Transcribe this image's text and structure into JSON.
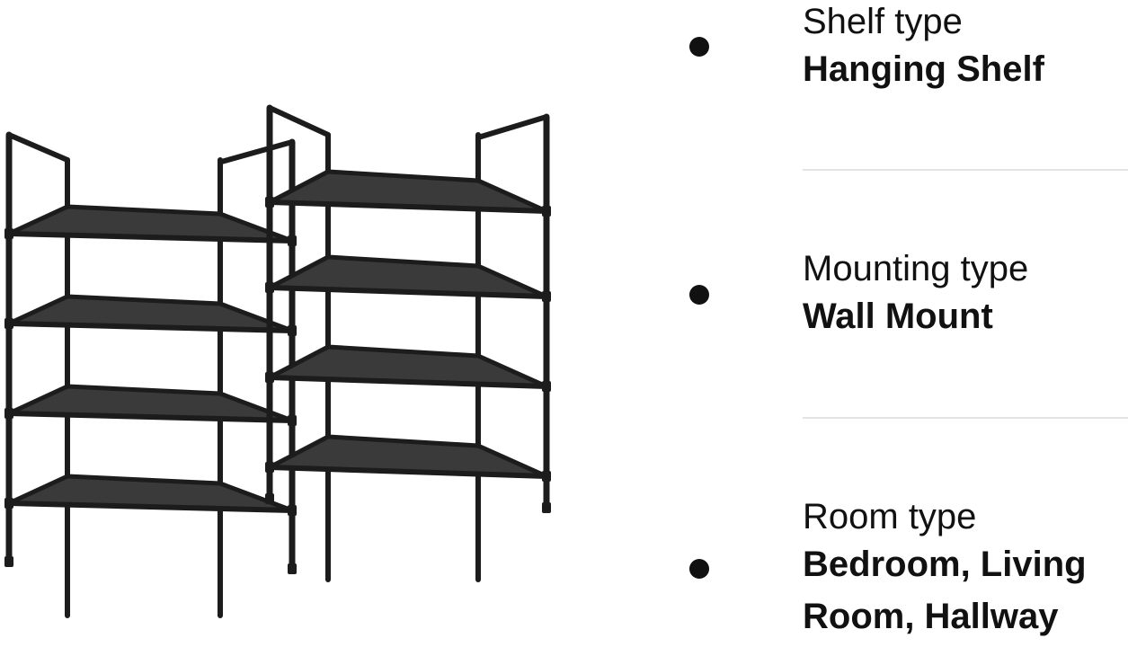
{
  "colors": {
    "text": "#111111",
    "divider": "#e3e3e3",
    "frame": "#1c1c1c",
    "shelf_fabric": "#3a3a3a"
  },
  "product_image": {
    "icon": "shoe-rack-icon"
  },
  "specs": [
    {
      "label": "Shelf type",
      "value": "Hanging Shelf"
    },
    {
      "label": "Mounting type",
      "value": "Wall Mount"
    },
    {
      "label": "Room type",
      "value": "Bedroom, Living Room, Hallway"
    }
  ]
}
